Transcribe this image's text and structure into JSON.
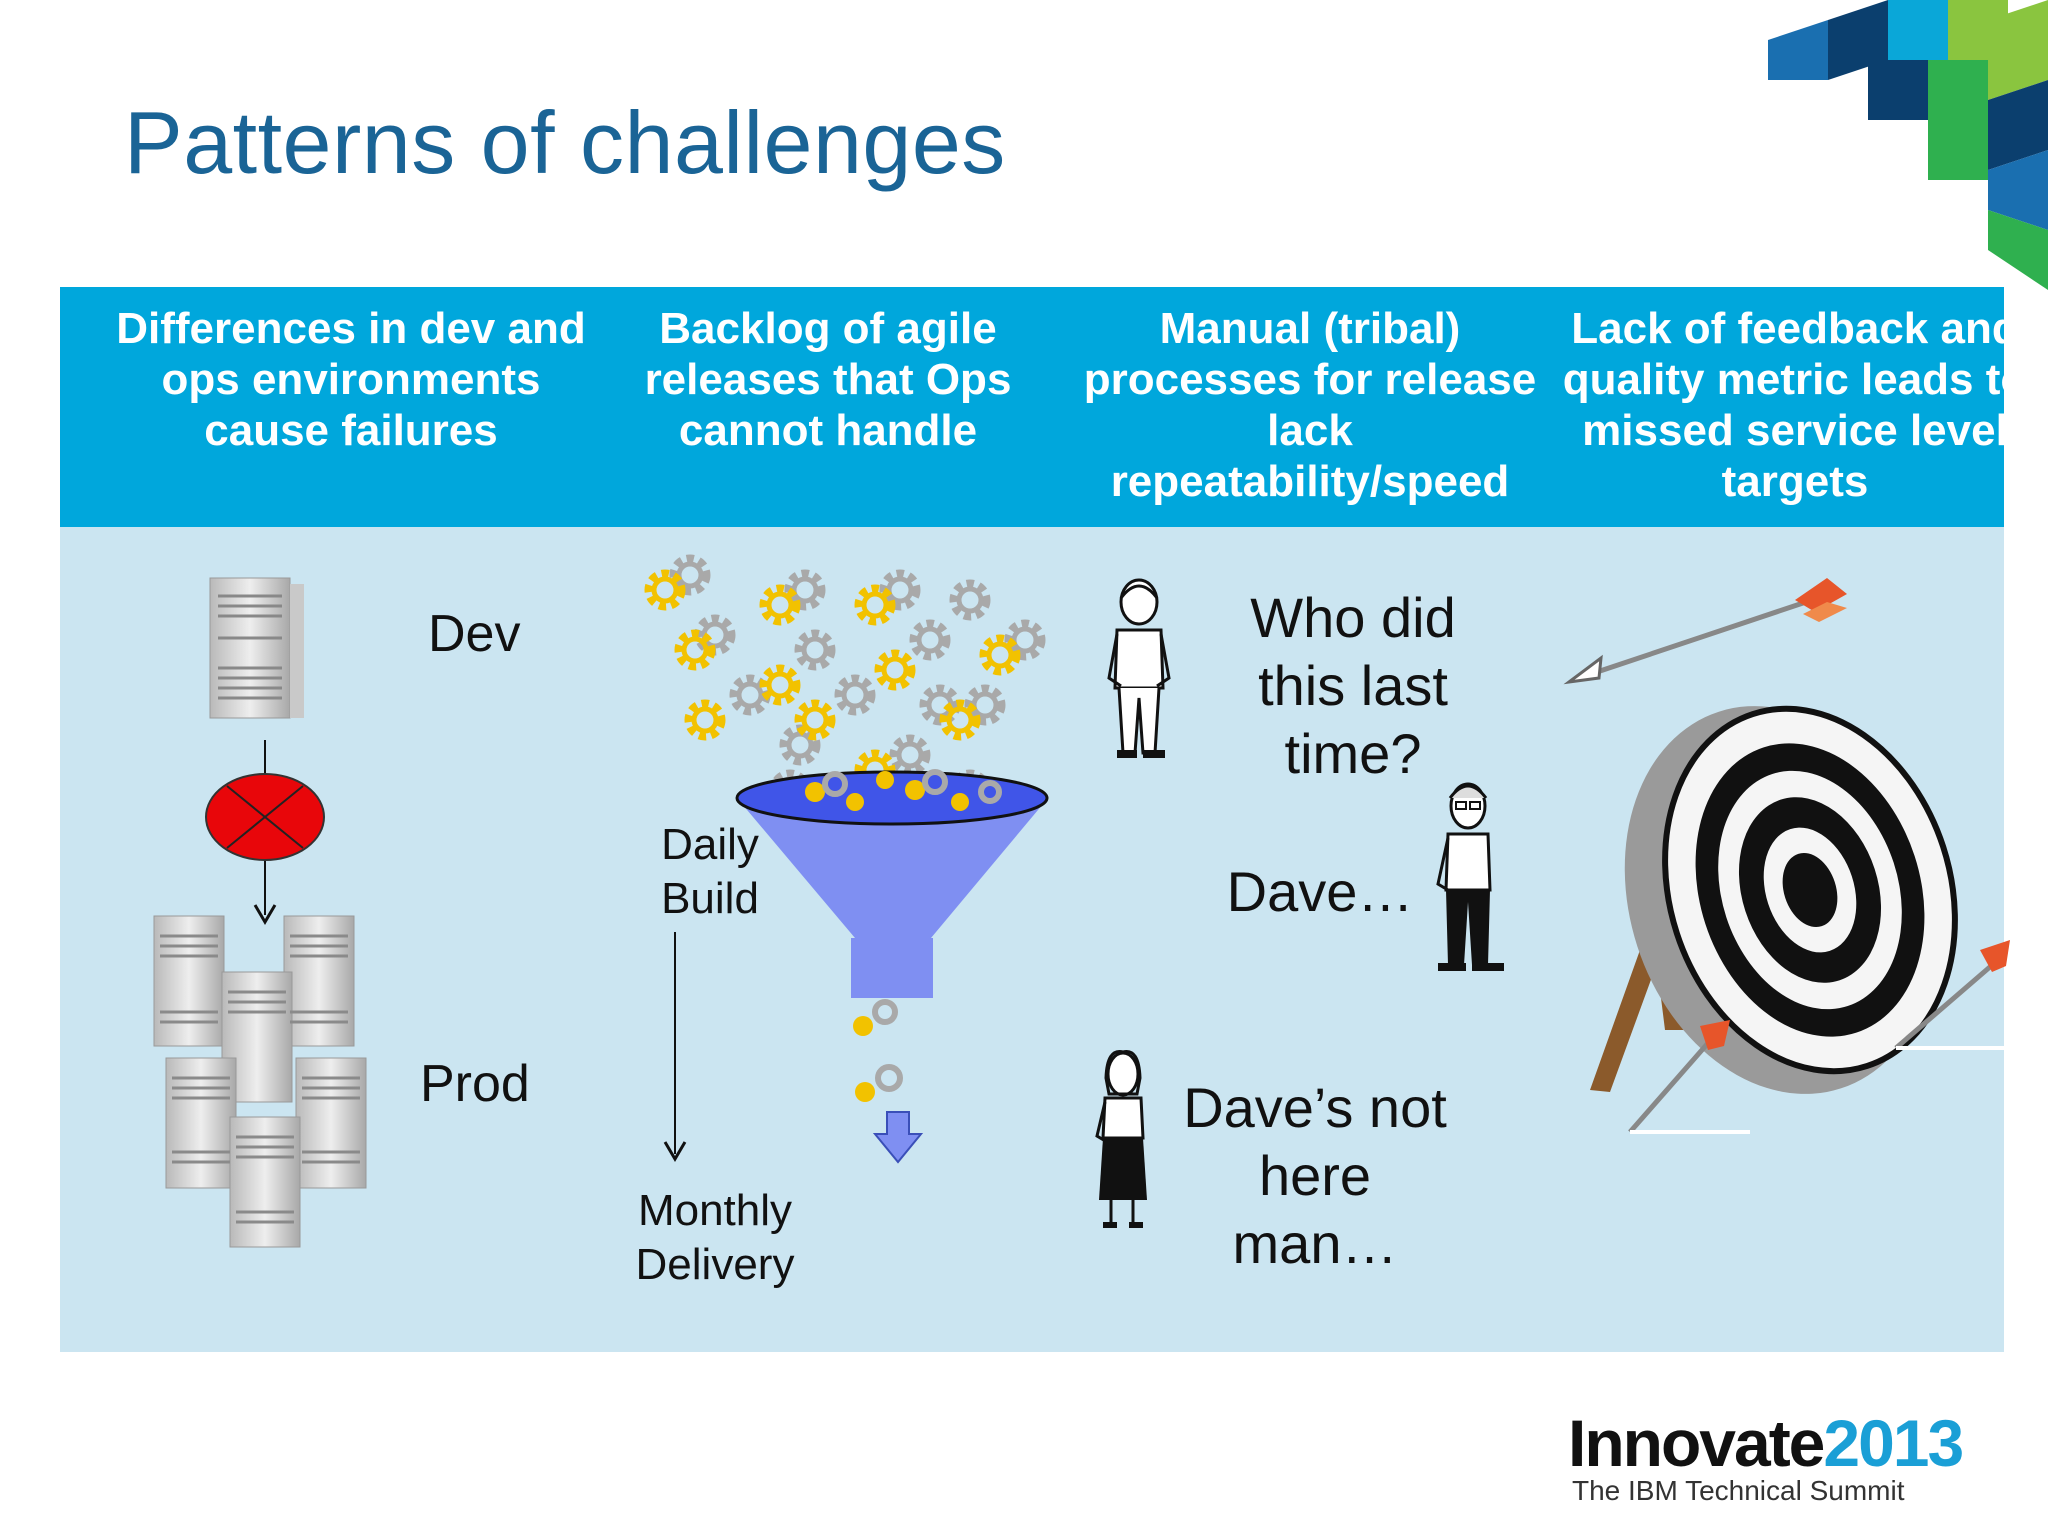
{
  "slide": {
    "title": "Patterns of challenges"
  },
  "columns": [
    {
      "header": "Differences in dev and ops environments cause failures"
    },
    {
      "header": "Backlog of agile releases that Ops cannot handle"
    },
    {
      "header": "Manual (tribal) processes for release lack repeatability/speed"
    },
    {
      "header": "Lack of feedback and quality metric leads to missed service level targets"
    }
  ],
  "col1": {
    "dev_label": "Dev",
    "prod_label": "Prod"
  },
  "col2": {
    "daily_label": "Daily Build",
    "monthly_label": "Monthly Delivery"
  },
  "col3": {
    "question": "Who did this last time?",
    "answer1": "Dave…",
    "answer2": "Dave’s not here man…"
  },
  "logo": {
    "name": "Innovate",
    "year": "2013",
    "subtitle": "The IBM Technical Summit"
  },
  "colors": {
    "title": "#1a6496",
    "header_band": "#00a7dc",
    "content_band": "#cbe5f1",
    "funnel": "#7f8ff2",
    "x_mark": "#e8060a"
  }
}
